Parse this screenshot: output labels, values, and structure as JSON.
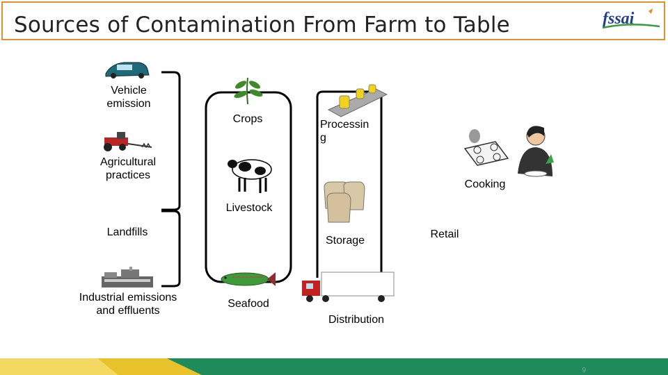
{
  "slide": {
    "title": "Sources of Contamination From Farm to Table",
    "logo_text": "fssai",
    "page_number": "9"
  },
  "sources": {
    "vehicle": "Vehicle\nemission",
    "agricultural": "Agricultural\npractices",
    "landfills": "Landfills",
    "industrial": "Industrial emissions\nand effluents"
  },
  "stages": {
    "crops": "Crops",
    "livestock": "Livestock",
    "seafood": "Seafood",
    "processing": "Processin\ng",
    "storage": "Storage",
    "distribution": "Distribution",
    "retail": "Retail",
    "cooking": "Cooking"
  },
  "colors": {
    "title_border": "#e0902f",
    "logo_blue": "#1f3f8f",
    "logo_green": "#3a9b3a",
    "logo_orange": "#e98a1c",
    "footer_green": "#1f8a5a",
    "footer_yellow": "#e8c22a"
  }
}
